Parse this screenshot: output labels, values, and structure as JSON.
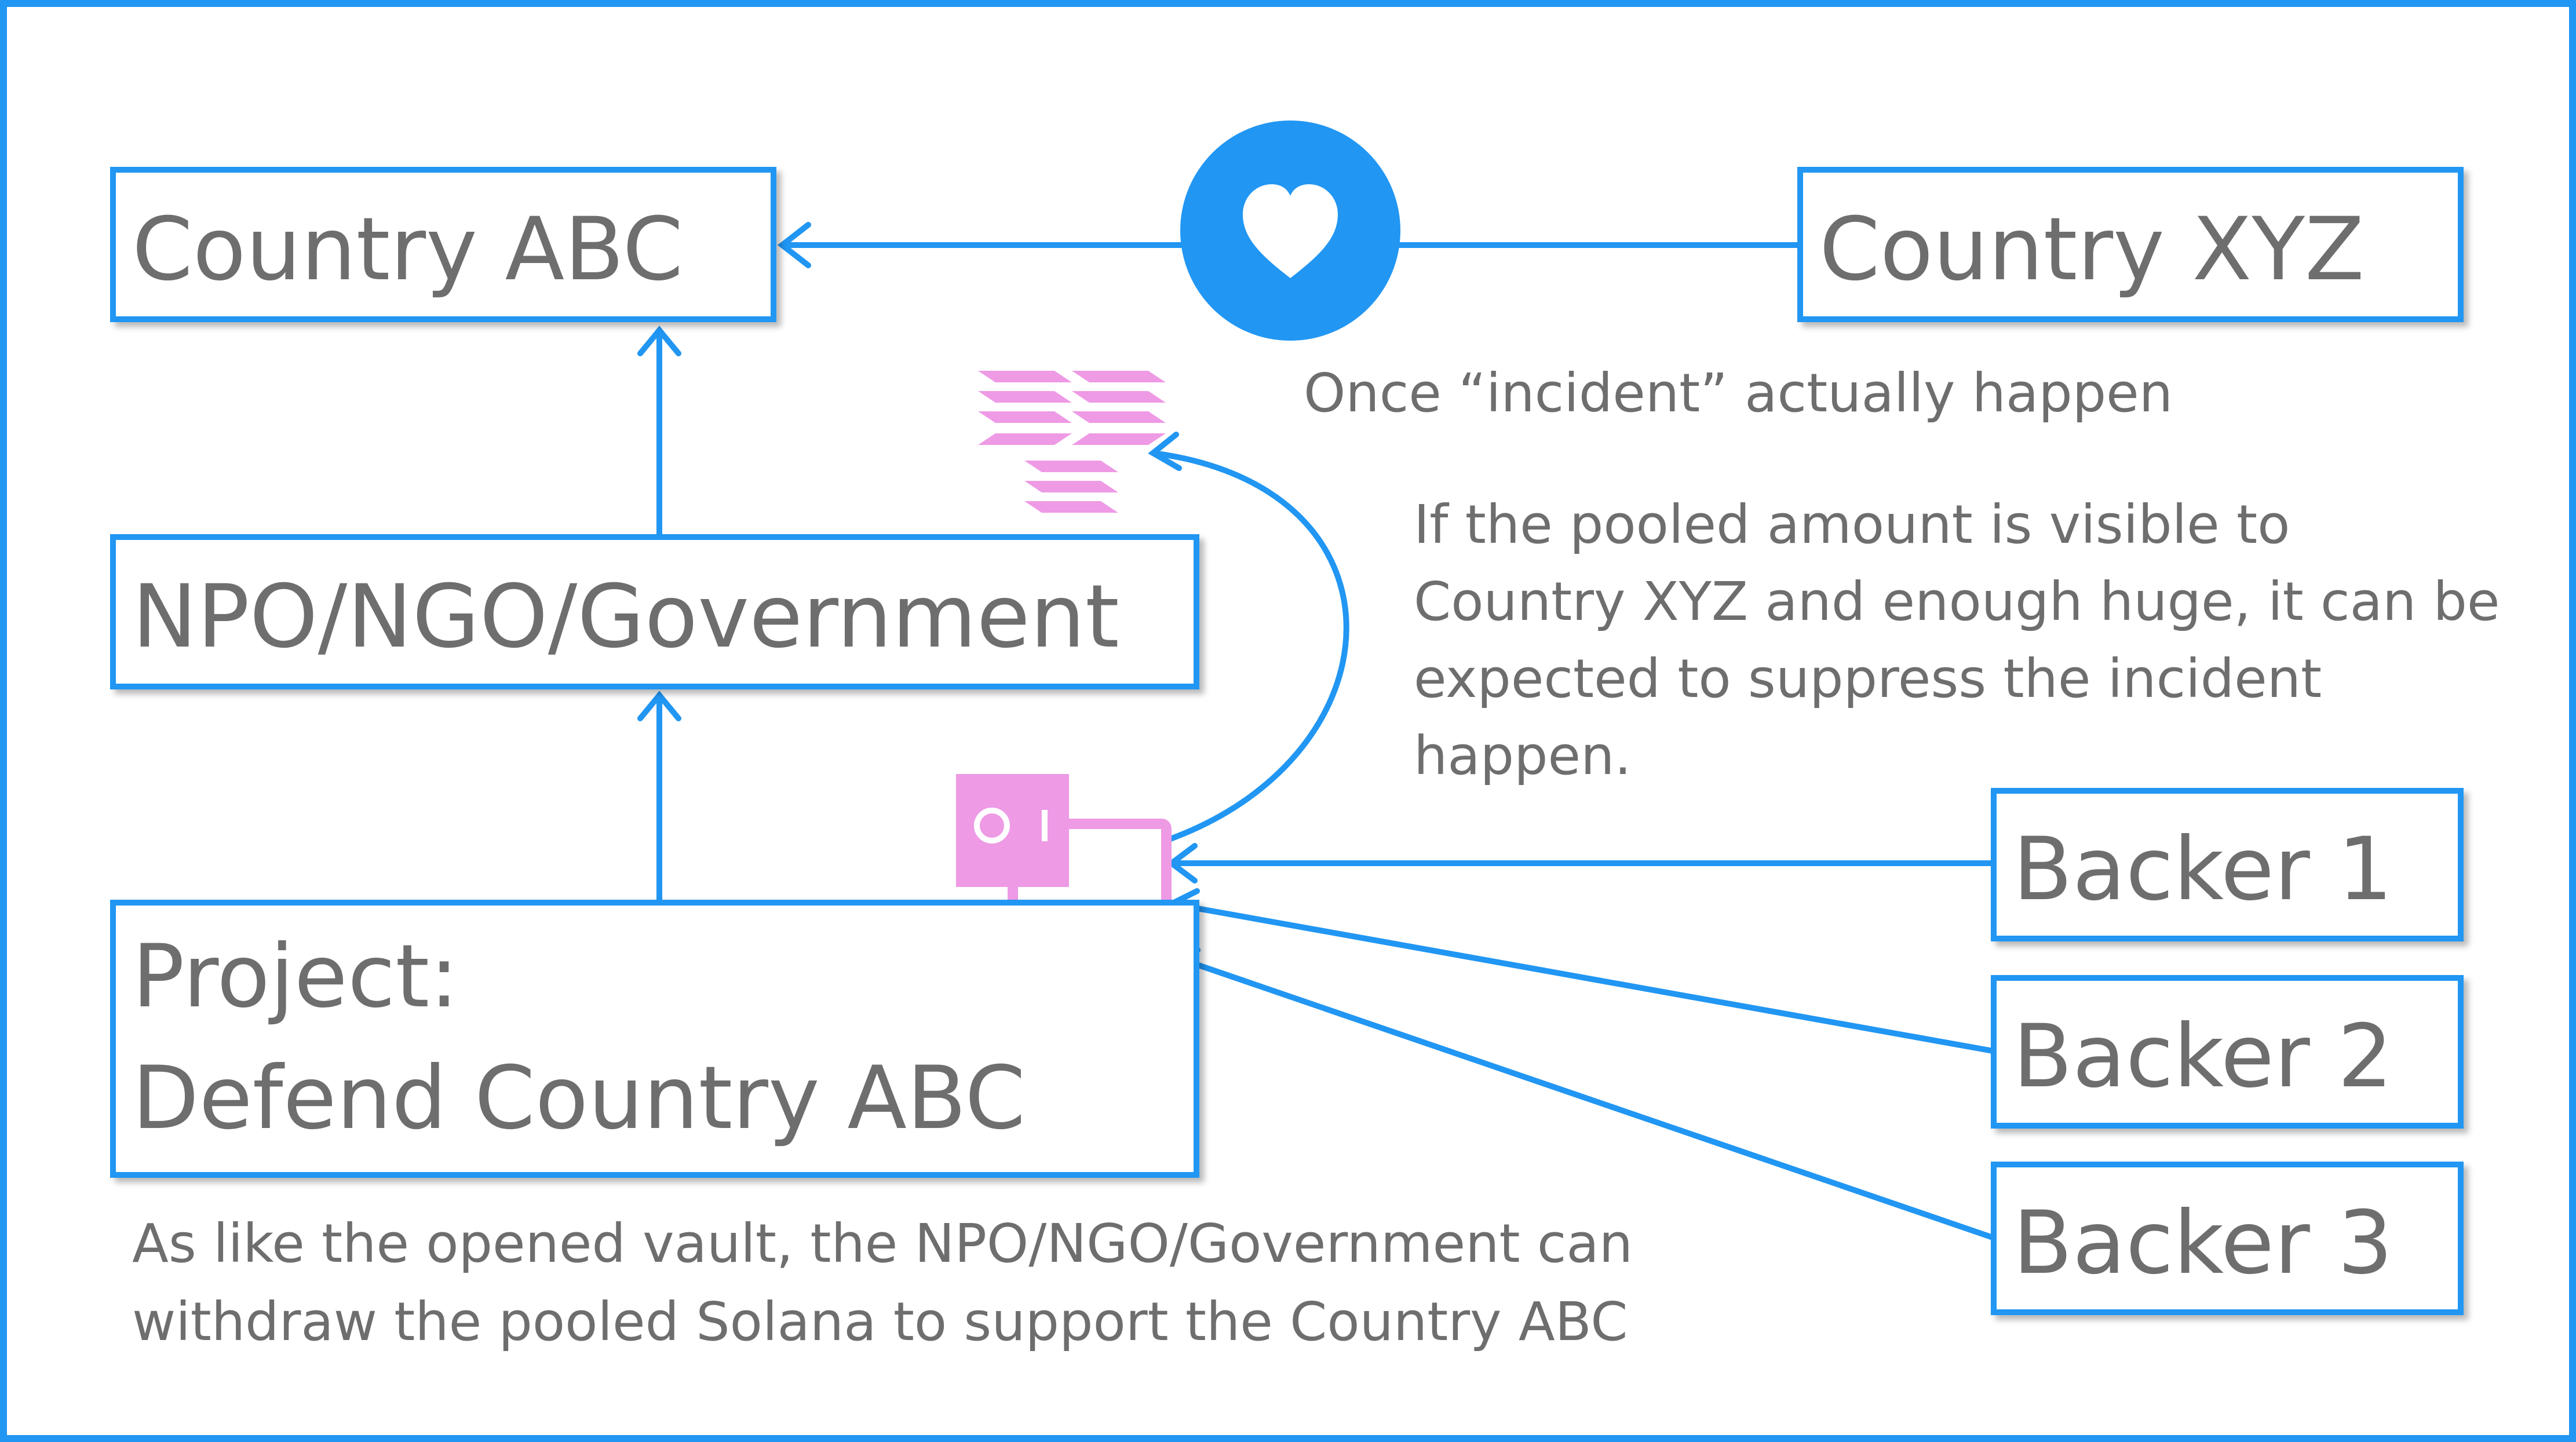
{
  "nodes": {
    "country_abc": "Country ABC",
    "country_xyz": "Country XYZ",
    "npo": "NPO/NGO/Government",
    "project_line1": "Project:",
    "project_line2": "Defend Country ABC",
    "backer1": "Backer 1",
    "backer2": "Backer 2",
    "backer3": "Backer 3"
  },
  "notes": {
    "incident": "Once “incident” actually happen",
    "pooled_line1": "If the pooled amount is visible to",
    "pooled_line2": "Country XYZ and enough huge, it can be",
    "pooled_line3": "expected to suppress the incident",
    "pooled_line4": "happen.",
    "vault_line1": "As like the opened vault, the NPO/NGO/Government can",
    "vault_line2": "withdraw the pooled Solana to support the Country ABC"
  },
  "icons": {
    "heart": "heart-icon",
    "solana": "solana-logo-icon",
    "vault": "vault-icon"
  },
  "colors": {
    "accent": "#2196f3",
    "text": "#6e6e6e",
    "icon": "#ee9ae5"
  }
}
